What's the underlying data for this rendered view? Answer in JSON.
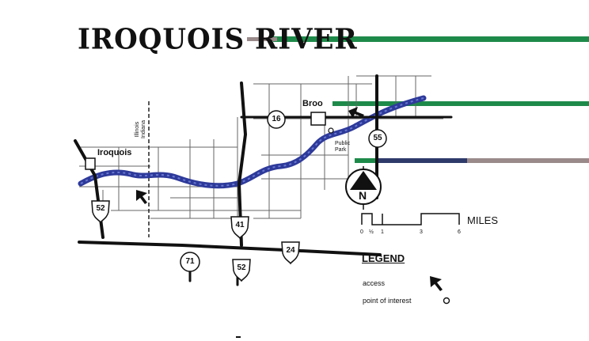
{
  "title": "IROQUOIS RIVER",
  "places": {
    "iroquois": "Iroquois",
    "brook": "Broo",
    "public_park": "Public\nPark"
  },
  "state_line": {
    "illinois": "Illinois",
    "indiana": "Indiana"
  },
  "routes": {
    "r16": "16",
    "r55": "55",
    "r41": "41",
    "r52_west": "52",
    "r52_south": "52",
    "r71": "71",
    "r24": "24"
  },
  "compass": {
    "north": "N"
  },
  "scale": {
    "unit": "MILES",
    "ticks": [
      "0",
      "½",
      "1",
      "3",
      "6"
    ]
  },
  "legend": {
    "title": "LEGEND",
    "items": [
      {
        "label": "access",
        "icon": "arrow-icon"
      },
      {
        "label": "point of interest",
        "icon": "circle-icon"
      }
    ]
  },
  "colors": {
    "river": "#2e3a9a",
    "road": "#111111",
    "accent_green": "#1e8a4a",
    "accent_mauve": "#9a8a8a"
  }
}
